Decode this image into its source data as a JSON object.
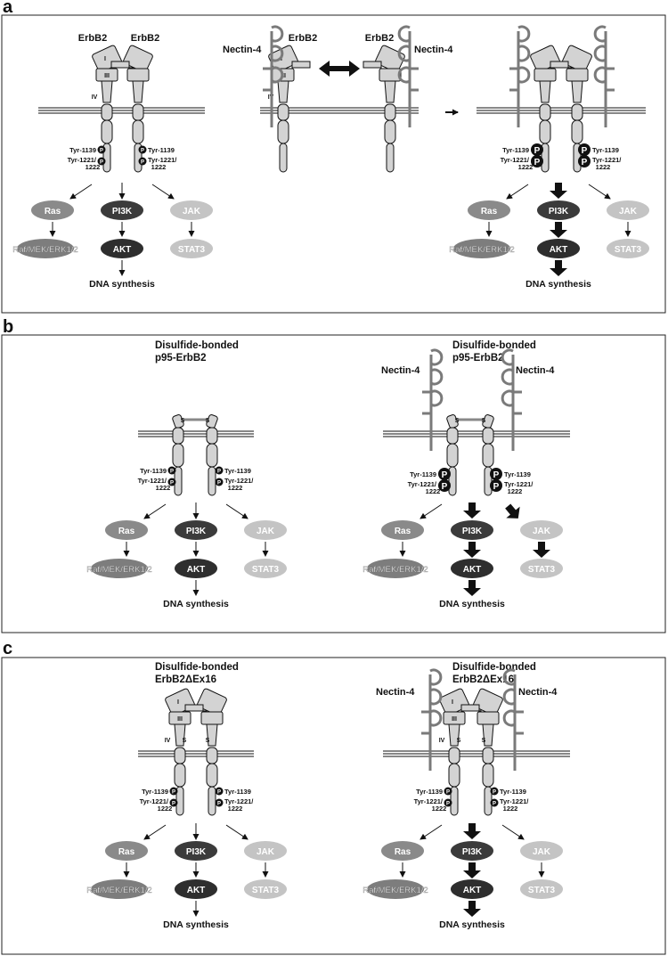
{
  "panels": [
    {
      "letter": "a",
      "groups": [
        {
          "title": [
            "",
            ""
          ],
          "receptor_labels": [
            "ErbB2",
            "ErbB2"
          ],
          "nectin_labels": [
            "",
            ""
          ],
          "domain_labels": [
            "I",
            "III",
            "IV"
          ],
          "phospho": "small",
          "arrows": {
            "ras": "thin",
            "pi3k": "thin",
            "jak": "thin",
            "rasdown": "thin",
            "pi3kdown": "thin",
            "jakdown": "thin",
            "akt": "thin"
          }
        },
        {
          "title": [
            "",
            ""
          ],
          "receptor_labels": [
            "ErbB2",
            "ErbB2"
          ],
          "nectin_labels": [
            "Nectin-4",
            "Nectin-4"
          ],
          "domain_labels": [
            "I",
            "III",
            "IV"
          ]
        },
        {
          "title": [
            "",
            ""
          ],
          "receptor_labels": [
            "",
            ""
          ],
          "nectin_labels": [
            "",
            ""
          ],
          "domain_labels": [
            "",
            "",
            ""
          ],
          "phospho": "big",
          "arrows": {
            "ras": "thin",
            "pi3k": "thick",
            "jak": "thin",
            "rasdown": "thin",
            "pi3kdown": "thick",
            "jakdown": "thin",
            "akt": "thick"
          }
        }
      ]
    },
    {
      "letter": "b",
      "groups": [
        {
          "title": [
            "Disulfide-bonded",
            "p95-ErbB2"
          ],
          "nectin_labels": [
            "",
            ""
          ],
          "phospho": "small",
          "arrows": {
            "ras": "thin",
            "pi3k": "thin",
            "jak": "thin",
            "rasdown": "thin",
            "pi3kdown": "thin",
            "jakdown": "thin",
            "akt": "thin"
          }
        },
        {
          "title": [
            "Disulfide-bonded",
            "p95-ErbB2"
          ],
          "nectin_labels": [
            "Nectin-4",
            "Nectin-4"
          ],
          "phospho": "big",
          "arrows": {
            "ras": "thin",
            "pi3k": "thick",
            "jak": "thick",
            "rasdown": "thin",
            "pi3kdown": "thick",
            "jakdown": "thick",
            "akt": "thick"
          }
        }
      ]
    },
    {
      "letter": "c",
      "groups": [
        {
          "title": [
            "Disulfide-bonded",
            "ErbB2ΔEx16"
          ],
          "nectin_labels": [
            "",
            ""
          ],
          "domain_labels": [
            "I",
            "III",
            "IV"
          ],
          "phospho": "small",
          "arrows": {
            "ras": "thin",
            "pi3k": "thin",
            "jak": "thin",
            "rasdown": "thin",
            "pi3kdown": "thin",
            "jakdown": "thin",
            "akt": "thin"
          }
        },
        {
          "title": [
            "Disulfide-bonded",
            "ErbB2ΔEx16"
          ],
          "nectin_labels": [
            "Nectin-4",
            "Nectin-4"
          ],
          "domain_labels": [
            "I",
            "III",
            "IV"
          ],
          "phospho": "small",
          "arrows": {
            "ras": "thin",
            "pi3k": "thick",
            "jak": "thin",
            "rasdown": "thin",
            "pi3kdown": "thick",
            "jakdown": "thin",
            "akt": "thick"
          }
        }
      ]
    }
  ],
  "labels": {
    "tyr1139": "Tyr-1139",
    "tyr1221a": "Tyr-1221/",
    "tyr1221b": "1222",
    "p": "P",
    "s": "S",
    "ras": "Ras",
    "pi3k": "PI3K",
    "jak": "JAK",
    "raf": "Raf/MEK/ERK1/2",
    "akt": "AKT",
    "stat3": "STAT3",
    "dna": "DNA synthesis"
  },
  "colors": {
    "ras": "#8a8a8a",
    "pi3k": "#3b3b3b",
    "jak": "#c4c4c4",
    "raf": "#7d7d7d",
    "akt": "#2e2e2e",
    "stat3": "#c4c4c4",
    "receptor": "#d3d3d3",
    "nectin": "#7a7a7a"
  }
}
